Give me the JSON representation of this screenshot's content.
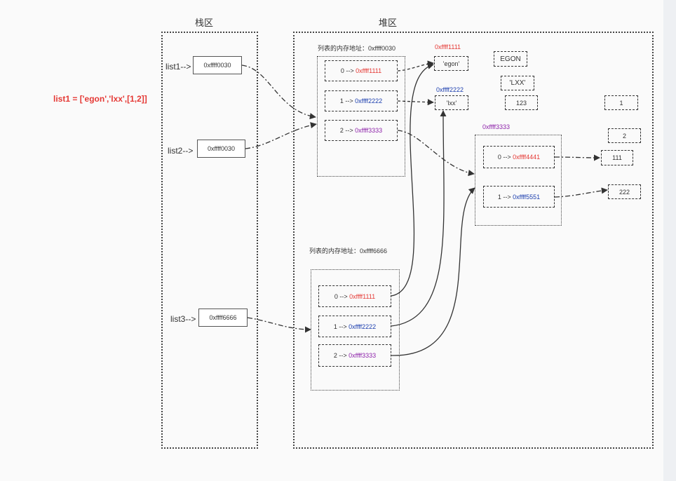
{
  "colors": {
    "red": "#e53935",
    "blue": "#1e40af",
    "purple": "#8e24aa",
    "line": "#333333"
  },
  "code": "list1 = ['egon','lxx',[1,2]]",
  "stack": {
    "title": "栈区",
    "vars": [
      {
        "name": "list1-->",
        "addr": "0xffff0030"
      },
      {
        "name": "list2-->",
        "addr": "0xffff0030"
      },
      {
        "name": "list3-->",
        "addr": "0xffff6666"
      }
    ]
  },
  "heap": {
    "title": "堆区",
    "list_a": {
      "caption": "列表的内存地址：0xffff0030",
      "slots": [
        {
          "index": "0 -->",
          "addr": "0xffff1111"
        },
        {
          "index": "1 -->",
          "addr": "0xffff2222"
        },
        {
          "index": "2 -->",
          "addr": "0xffff3333"
        }
      ]
    },
    "list_b": {
      "caption": "列表的内存地址：0xffff6666",
      "slots": [
        {
          "index": "0 -->",
          "addr": "0xffff1111"
        },
        {
          "index": "1 -->",
          "addr": "0xffff2222"
        },
        {
          "index": "2 -->",
          "addr": "0xffff3333"
        }
      ]
    },
    "sub_list": {
      "label": "0xffff3333",
      "slots": [
        {
          "index": "0 -->",
          "addr": "0xffff4441"
        },
        {
          "index": "1 -->",
          "addr": "0xffff5551"
        }
      ]
    },
    "values": {
      "egon": {
        "addr": "0xffff1111",
        "text": "'egon'"
      },
      "lxx": {
        "addr": "0xffff2222",
        "text": "'lxx'"
      },
      "EGON": "EGON",
      "LXX": "'LXX'",
      "v123": "123",
      "v1": "1",
      "v2": "2",
      "v111": "111",
      "v222": "222"
    }
  }
}
